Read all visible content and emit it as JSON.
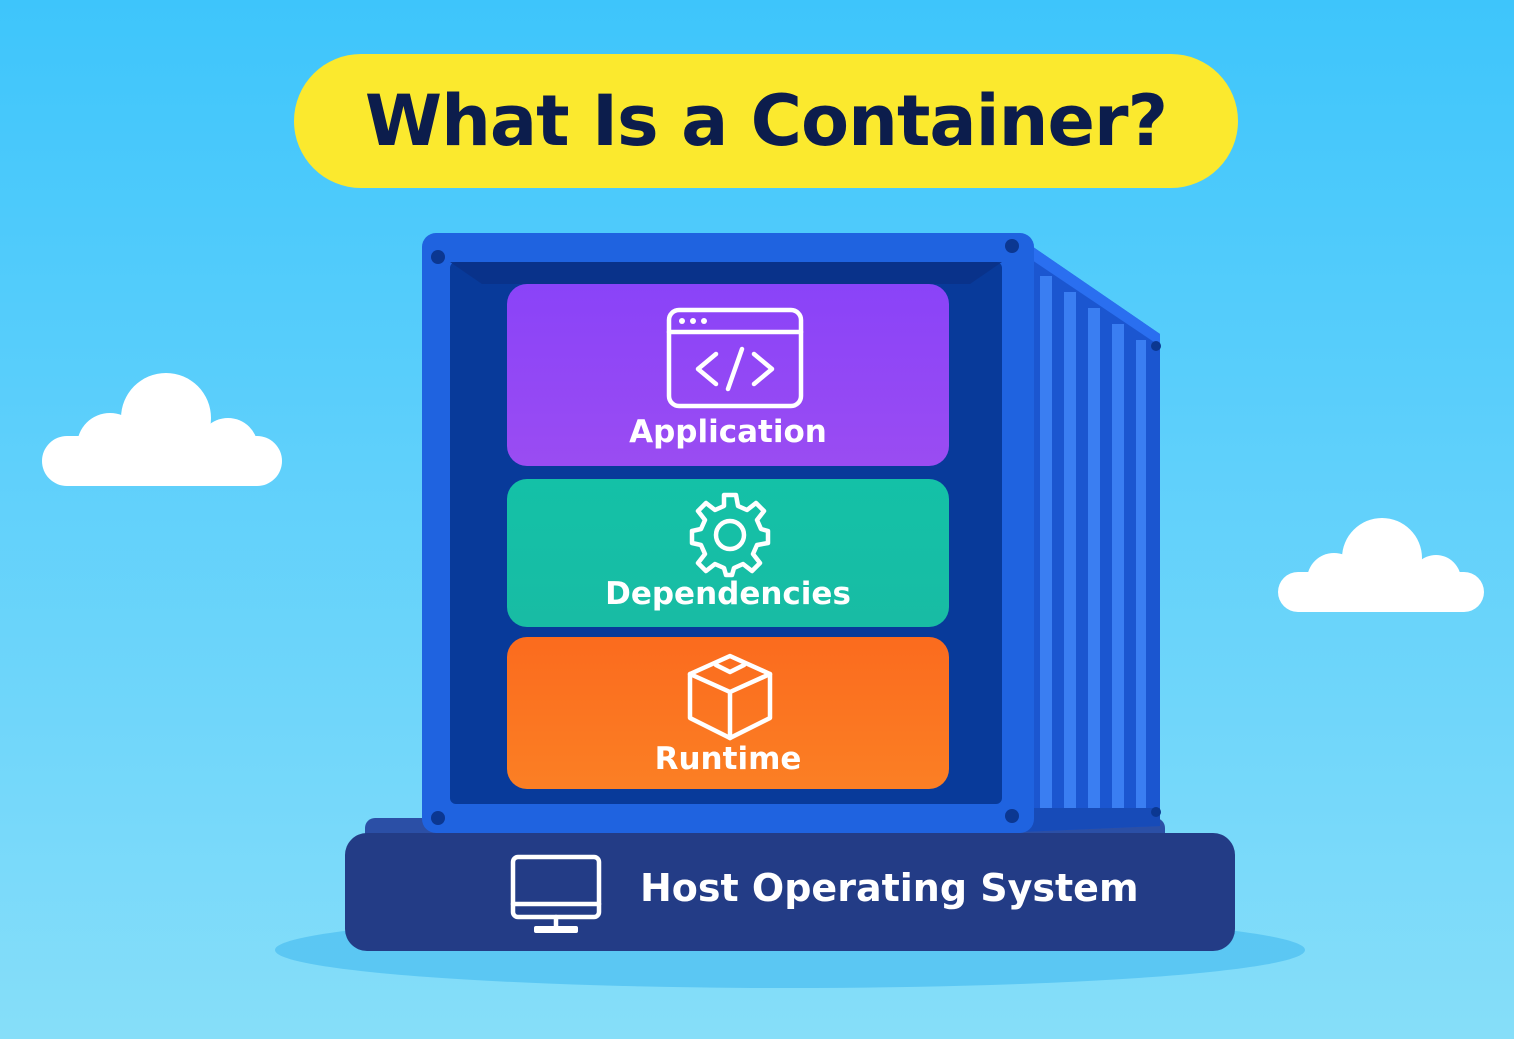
{
  "title": "What Is a Container?",
  "layers": [
    {
      "label": "Application",
      "icon": "code-window-icon",
      "color": "#8a43f8"
    },
    {
      "label": "Dependencies",
      "icon": "gear-icon",
      "color": "#14c1a7"
    },
    {
      "label": "Runtime",
      "icon": "box-icon",
      "color": "#fb6b1e"
    }
  ],
  "host": {
    "label": "Host Operating System",
    "icon": "monitor-icon",
    "color": "#233c86"
  },
  "colors": {
    "sky": "#3ec5fb",
    "title_pill": "#fbe92e",
    "title_text": "#0c1d4c",
    "container_blue": "#1f63e0",
    "container_inner": "#083a9a"
  }
}
